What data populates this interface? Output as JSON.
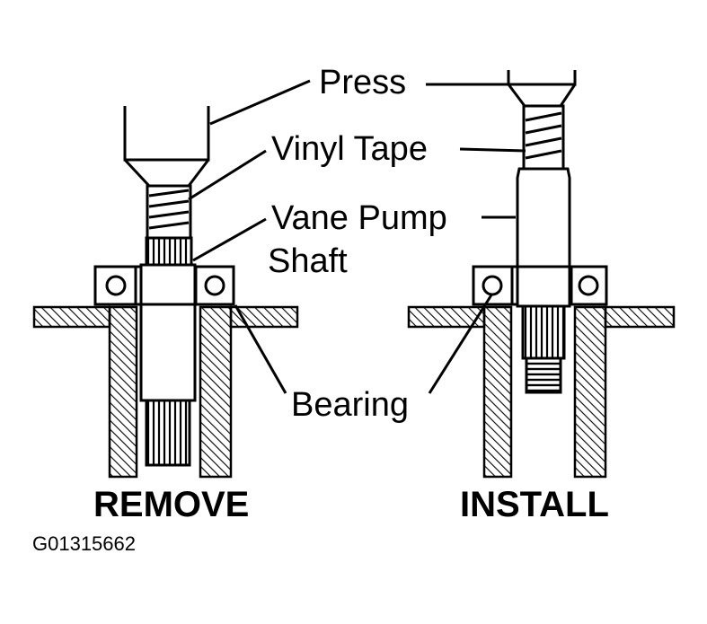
{
  "labels": {
    "press": "Press",
    "vinyl_tape": "Vinyl Tape",
    "vane_pump_shaft_line1": "Vane Pump",
    "vane_pump_shaft_line2": "Shaft",
    "bearing": "Bearing"
  },
  "titles": {
    "remove": "REMOVE",
    "install": "INSTALL"
  },
  "figure_code": "G01315662"
}
